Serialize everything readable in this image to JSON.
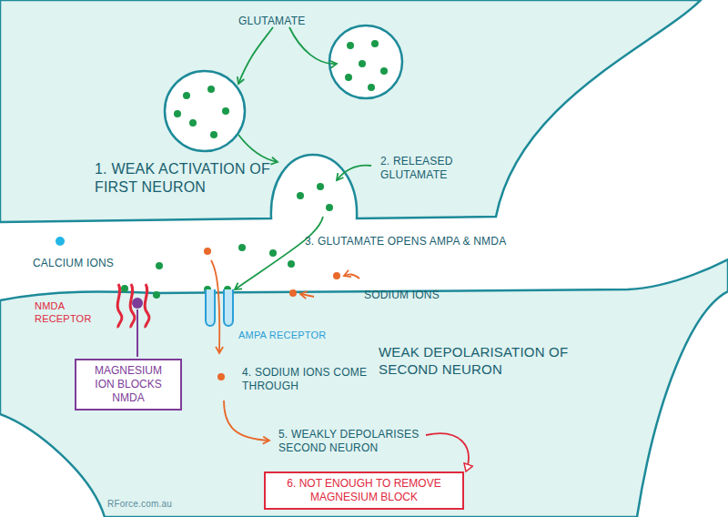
{
  "diagram": {
    "nodes": [
      {
        "text": [
          "MAGNESIUM ION BLOCKS NMDA"
        ]
      },
      {
        "text": [
          "6. NOT ENOUGH TO REMOVE MAGNESIUM BLOCK"
        ]
      }
    ],
    "labels": [
      "GLUTAMATE",
      "1. WEAK ACTIVATION OF FIRST NEURON",
      "2. RELEASED GLUTAMATE",
      "3. GLUTAMATE OPENS AMPA & NMDA",
      "CALCIUM IONS",
      "SODIUM IONS",
      "NMDA RECEPTOR",
      "AMPA RECEPTOR",
      "WEAK DEPOLARISATION OF SECOND NEURON",
      "4. SODIUM IONS COME THROUGH",
      "5. WEAKLY DEPOLARISES SECOND NEURON",
      "RForce.com.au"
    ]
  }
}
